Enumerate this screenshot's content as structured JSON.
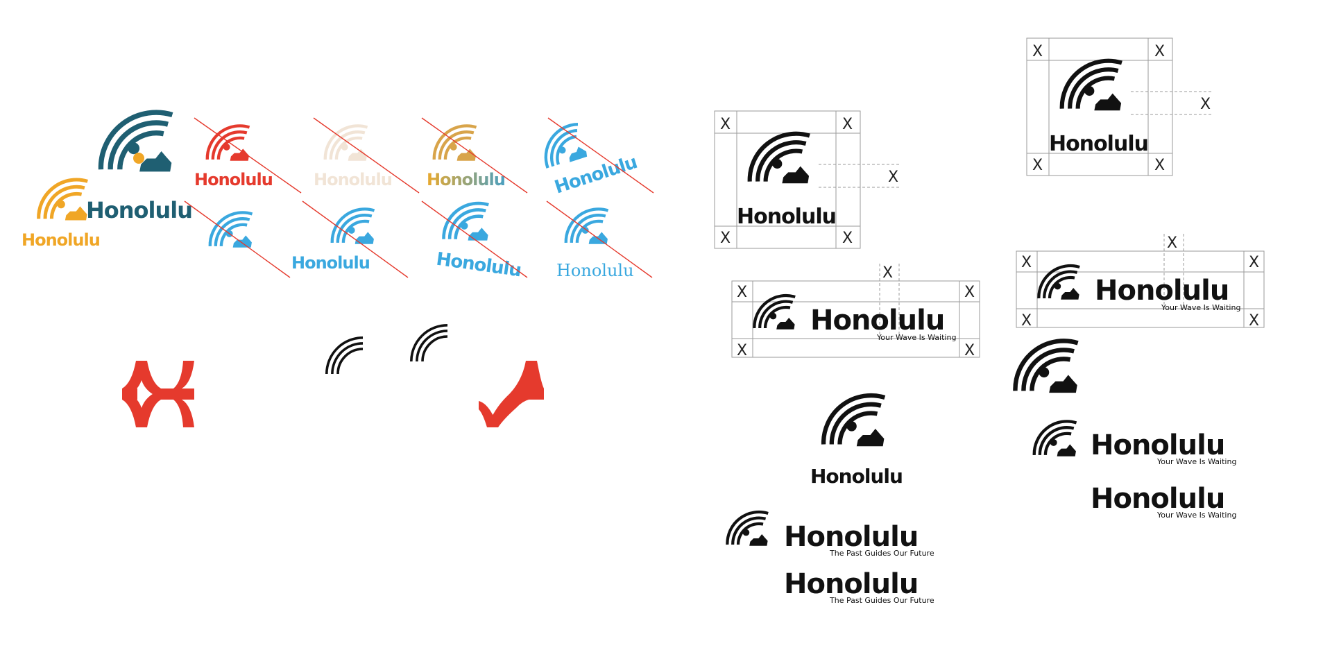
{
  "brand": {
    "wordmark": "Honolulu",
    "tagline_wave": "Your Wave Is Waiting",
    "tagline_past": "The Past Guides Our Future"
  },
  "clearspace_marker": "X",
  "colors": {
    "teal": "#1f5f72",
    "gold": "#f0a626",
    "red": "#e53a2d",
    "sky": "#3aa8df",
    "pale": "#f1e4d6",
    "black": "#111111",
    "strike": "#e53a2d",
    "guide": "#9a9a9a"
  }
}
